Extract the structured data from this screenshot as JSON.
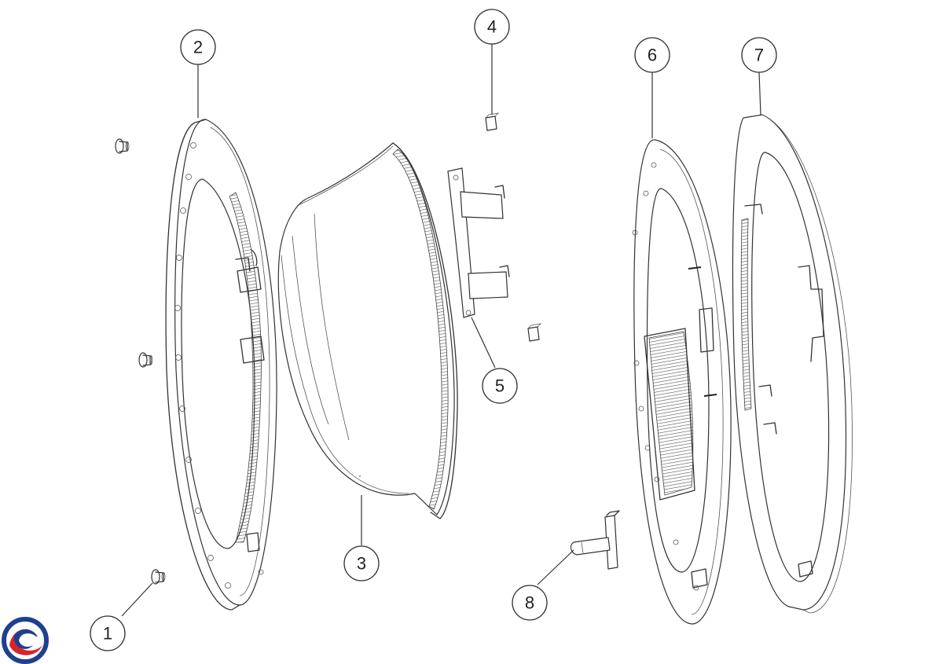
{
  "callouts": [
    {
      "id": "1",
      "label": "1"
    },
    {
      "id": "2",
      "label": "2"
    },
    {
      "id": "3",
      "label": "3"
    },
    {
      "id": "4",
      "label": "4"
    },
    {
      "id": "5",
      "label": "5"
    },
    {
      "id": "6",
      "label": "6"
    },
    {
      "id": "7",
      "label": "7"
    },
    {
      "id": "8",
      "label": "8"
    }
  ],
  "logo": {
    "colors": [
      "#1f3f8f",
      "#d8232a"
    ]
  }
}
